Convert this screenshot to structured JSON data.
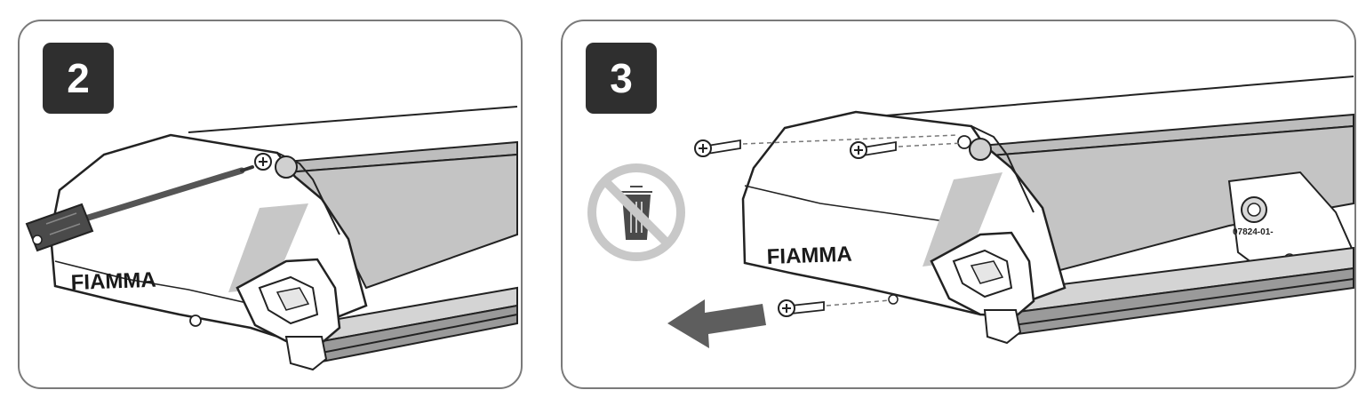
{
  "steps": [
    {
      "number": "2",
      "brand": "FIAMMA"
    },
    {
      "number": "3",
      "brand": "FIAMMA",
      "part_code": "07824-01-"
    }
  ]
}
